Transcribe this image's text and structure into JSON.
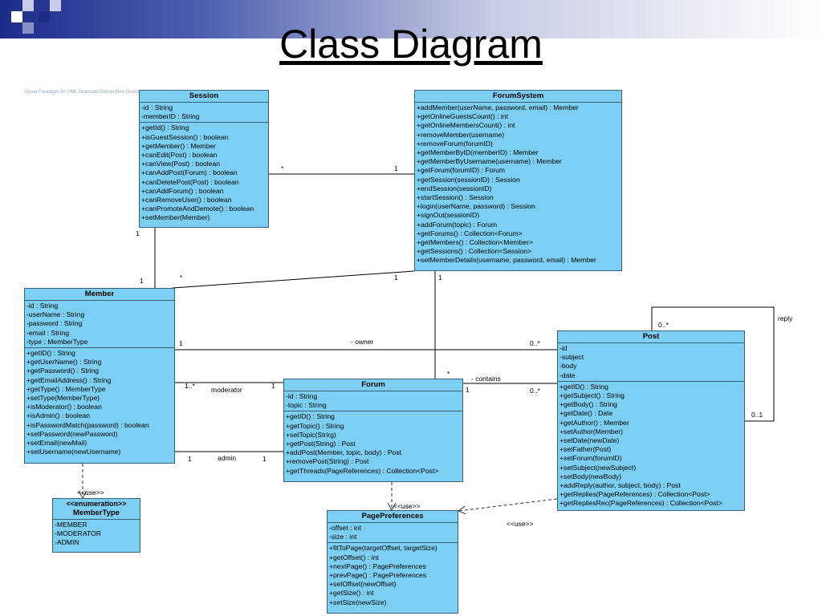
{
  "title": "Class Diagram",
  "watermark": "Visual Paradigm for UML Standard Edition(Ben Gurion University)",
  "colors": {
    "class_fill": "#7ccff2",
    "class_border": "#39607a",
    "header_dark": "#1c2c88"
  },
  "classes": {
    "session": {
      "name": "Session",
      "attributes": [
        "-id : String",
        "-memberID : String"
      ],
      "operations": [
        "+getId() : String",
        "+isGuestSession() : boolean",
        "+getMember() : Member",
        "+canEdit(Post) : boolean",
        "+canView(Post) : boolean",
        "+canAddPost(Forum) : boolean",
        "+canDeletePost(Post) : boolean",
        "+canAddForum() : boolean",
        "+canRemoveUser() : boolean",
        "+canPromoteAndDemote() : boolean",
        "+setMember(Member)"
      ]
    },
    "forumsystem": {
      "name": "ForumSystem",
      "operations": [
        "+addMember(userName, password, email) : Member",
        "+getOnlineGuestsCount() : int",
        "+getOnlineMembersCount() : int",
        "+removeMember(username)",
        "+removeForum(forumID)",
        "+getMemberByID(memberID) : Member",
        "+getMemberByUsername(username) : Member",
        "+getForum(forumID) : Forum",
        "+getSession(sessionID) : Session",
        "+endSession(sessionID)",
        "+startSession() : Session",
        "+login(userName, password) : Session",
        "+signOut(sessionID)",
        "+addForum(topic) : Forum",
        "+getForums() : Collection<Forum>",
        "+getMembers() : Collection<Member>",
        "+getSessions() : Collection<Session>",
        "+setMemberDetails(username, password, email) : Member"
      ]
    },
    "member": {
      "name": "Member",
      "attributes": [
        "-id : String",
        "-userName : String",
        "-password : String",
        "-email : String",
        "-type : MemberType"
      ],
      "operations": [
        "+getID() : String",
        "+getUserName() : String",
        "+getPassword() : String",
        "+getEmailAddress() : String",
        "+getType() : MemberType",
        "+setType(MemberType)",
        "+isModerator() : boolean",
        "+isAdmin() : boolean",
        "+isPasswordMatch(password) : boolean",
        "+setPassword(newPassword)",
        "+setEmail(newMail)",
        "+setUsername(newUsername)"
      ]
    },
    "forum": {
      "name": "Forum",
      "attributes": [
        "-id : String",
        "-topic : String"
      ],
      "operations": [
        "+getID() : String",
        "+getTopic() : String",
        "+setTopic(Strirg)",
        "+getPost(String) : Post",
        "+addPost(Member, topic, body) : Post",
        "+removePost(String) : Post",
        "+getThreads(PageReferences) : Collection<Post>"
      ]
    },
    "post": {
      "name": "Post",
      "attributes": [
        "-id",
        "-subject",
        "-body",
        "-date"
      ],
      "operations": [
        "+getID() : String",
        "+getSubject() : String",
        "+getBody() : String",
        "+getDate() : Date",
        "+getAuthor() : Member",
        "+setAuthor(Member)",
        "+setDate(newDate)",
        "+setFather(Post)",
        "+setForum(forumID)",
        "+setSubject(newSubject)",
        "+setBody(newBody)",
        "+addReply(author, subject, body) : Post",
        "+getReplies(PageReferences) : Collection<Post>",
        "+getRepliesRec(PageReferences) : Collection<Post>"
      ]
    },
    "membertype": {
      "stereotype": "<<enumeration>>",
      "name": "MemberType",
      "literals": [
        "-MEMBER",
        "-MODERATOR",
        "-ADMIN"
      ]
    },
    "pagepreferences": {
      "name": "PagePreferences",
      "attributes": [
        "-offset : int",
        "-size : int"
      ],
      "operations": [
        "+fitToPage(targetOffset, targetSize)",
        "+getOffset() : int",
        "+nextPage() : PagePreferences",
        "+prevPage() : PagePreferences",
        "+setOffset(newOffset)",
        "+getSize() : int",
        "+setSize(newSize)"
      ]
    }
  },
  "labels": {
    "sess_fs_star": "*",
    "sess_fs_one": "1",
    "sess_mem_one_top": "1",
    "sess_mem_one_bot": "1",
    "fs_mem_star": "*",
    "fs_mem_one": "1",
    "fs_forum_one": "1",
    "fs_forum_star": "*",
    "owner": "- owner",
    "owner_one": "1",
    "owner_many": "0..*",
    "moderator": "moderator",
    "mod_many": "1..*",
    "mod_one": "1",
    "admin": "admin",
    "admin_one_left": "1",
    "admin_one_right": "1",
    "contains": "- contains",
    "contains_one": "1",
    "contains_many": "0..*",
    "reply": "reply",
    "reply_many": "0..*",
    "reply_one": "0..1",
    "use_membertype": "<<use>>",
    "use_forum": "<<use>>",
    "use_post": "<<use>>"
  }
}
